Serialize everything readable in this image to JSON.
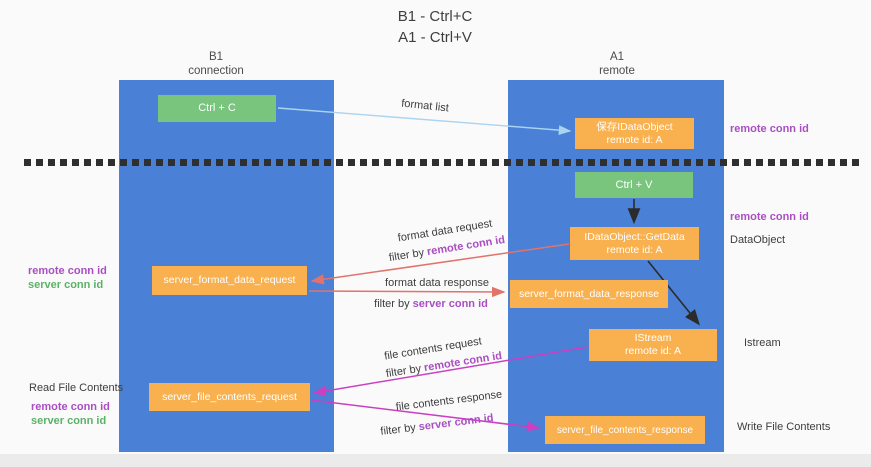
{
  "title": {
    "line1": "B1 - Ctrl+C",
    "line2": "A1 - Ctrl+V"
  },
  "columns": {
    "left": {
      "name": "B1",
      "role": "connection"
    },
    "right": {
      "name": "A1",
      "role": "remote"
    }
  },
  "nodes": {
    "ctrl_c": {
      "label": "Ctrl + C"
    },
    "ctrl_v": {
      "label": "Ctrl + V"
    },
    "save_dataobject": {
      "line1": "保存IDataObject",
      "line2": "remote id: A"
    },
    "getdata": {
      "line1": "IDataObject::GetData",
      "line2": "remote id: A"
    },
    "istream": {
      "line1": "IStream",
      "line2": "remote id: A"
    },
    "format_request": {
      "label": "server_format_data_request"
    },
    "format_response": {
      "label": "server_format_data_response"
    },
    "file_request": {
      "label": "server_file_contents_request"
    },
    "file_response": {
      "label": "server_file_contents_response"
    }
  },
  "labels": {
    "format_list": "format list",
    "format_data_request": "format data request",
    "format_data_response": "format data response",
    "file_contents_request": "file contents request",
    "file_contents_response": "file contents response",
    "filter_by": "filter by",
    "remote_conn_id": "remote conn id",
    "server_conn_id": "server conn id",
    "dataobject": "DataObject",
    "istream": "Istream",
    "read_file_contents": "Read File Contents",
    "write_file_contents": "Write File Contents"
  },
  "colors": {
    "lane_blue": "#4a80d5",
    "node_orange": "#f9b04e",
    "node_green": "#79c57e",
    "arrow_salmon": "#e2736c",
    "arrow_magenta": "#cb3fc1",
    "arrow_lightblue": "#aad4ef",
    "arrow_black": "#2b2b2b",
    "text_purple": "#a94fc2",
    "text_green": "#5cb168"
  }
}
